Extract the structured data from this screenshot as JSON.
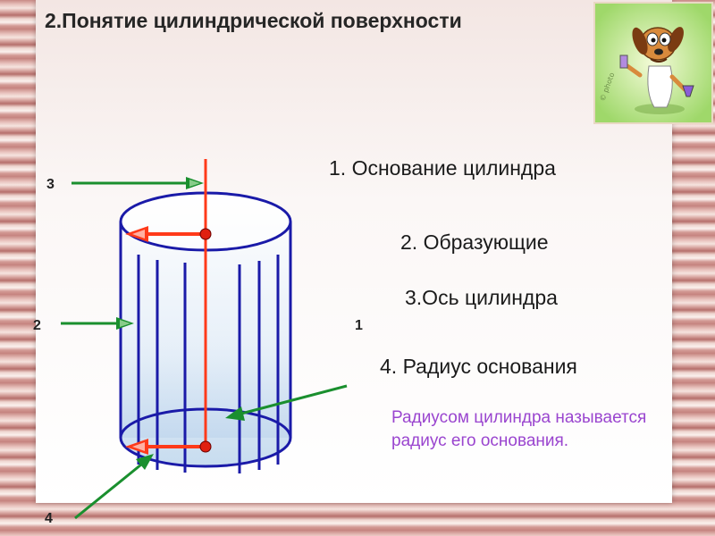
{
  "title": "2.Понятие цилиндрической поверхности",
  "labels": {
    "base": "1. Основание цилиндра",
    "generators": "2. Образующие",
    "axis": "3.Ось цилиндра",
    "radius": "4. Радиус основания"
  },
  "definition": "Радиусом цилиндра называется радиус его основания.",
  "numbers": {
    "n1": "1",
    "n2": "2",
    "n3": "3",
    "n4": "4"
  },
  "colors": {
    "axis_red": "#ff3a1a",
    "pointer_green": "#1a8f2e",
    "cylinder_blue": "#1a1aa8",
    "definition_purple": "#9a45cf"
  },
  "icons": {
    "mascot": "cartoon-dog-scientist-icon"
  }
}
